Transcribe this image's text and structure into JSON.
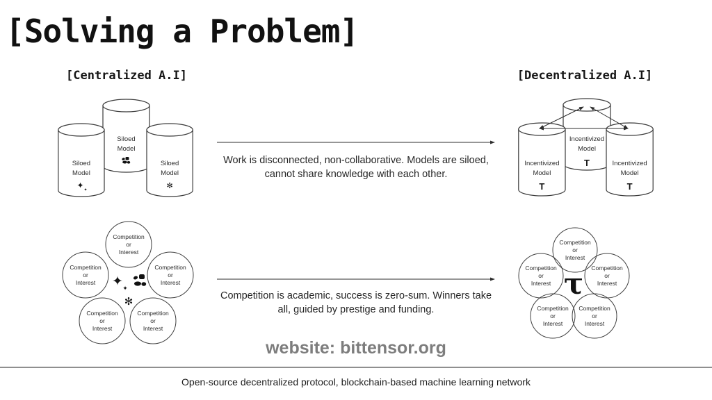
{
  "slide": {
    "title": "[Solving a Problem]",
    "website": "website: bittensor.org",
    "footer": "Open-source decentralized protocol, blockchain-based machine learning network"
  },
  "centralized": {
    "header": "[Centralized A.I]",
    "cylinder": {
      "l1": "Siloed",
      "l2": "Model"
    },
    "circle": {
      "l1": "Competition",
      "l2": "or",
      "l3": "Interest"
    }
  },
  "decentralized": {
    "header": "[Decentralized A.I]",
    "cylinder": {
      "l1": "Incentivized",
      "l2": "Model"
    },
    "tau": "Τ",
    "big_tau": "τ",
    "circle": {
      "l1": "Competition",
      "l2": "or",
      "l3": "Interest"
    }
  },
  "rows": {
    "row1": {
      "l1": "Work is disconnected, non-collaborative. Models are siloed,",
      "l2": "cannot share knowledge with each other."
    },
    "row2": {
      "l1": "Competition is academic, success is zero-sum. Winners take",
      "l2": "all, guided by prestige and funding."
    }
  },
  "icons": {
    "sparkle": "✦",
    "sparkle_small": "✦",
    "openai": "✻"
  },
  "colors": {
    "ink": "#1f1f1f",
    "stroke": "#3a3a3a",
    "muted": "#7d7d7d",
    "divider": "#8f8f8f"
  }
}
